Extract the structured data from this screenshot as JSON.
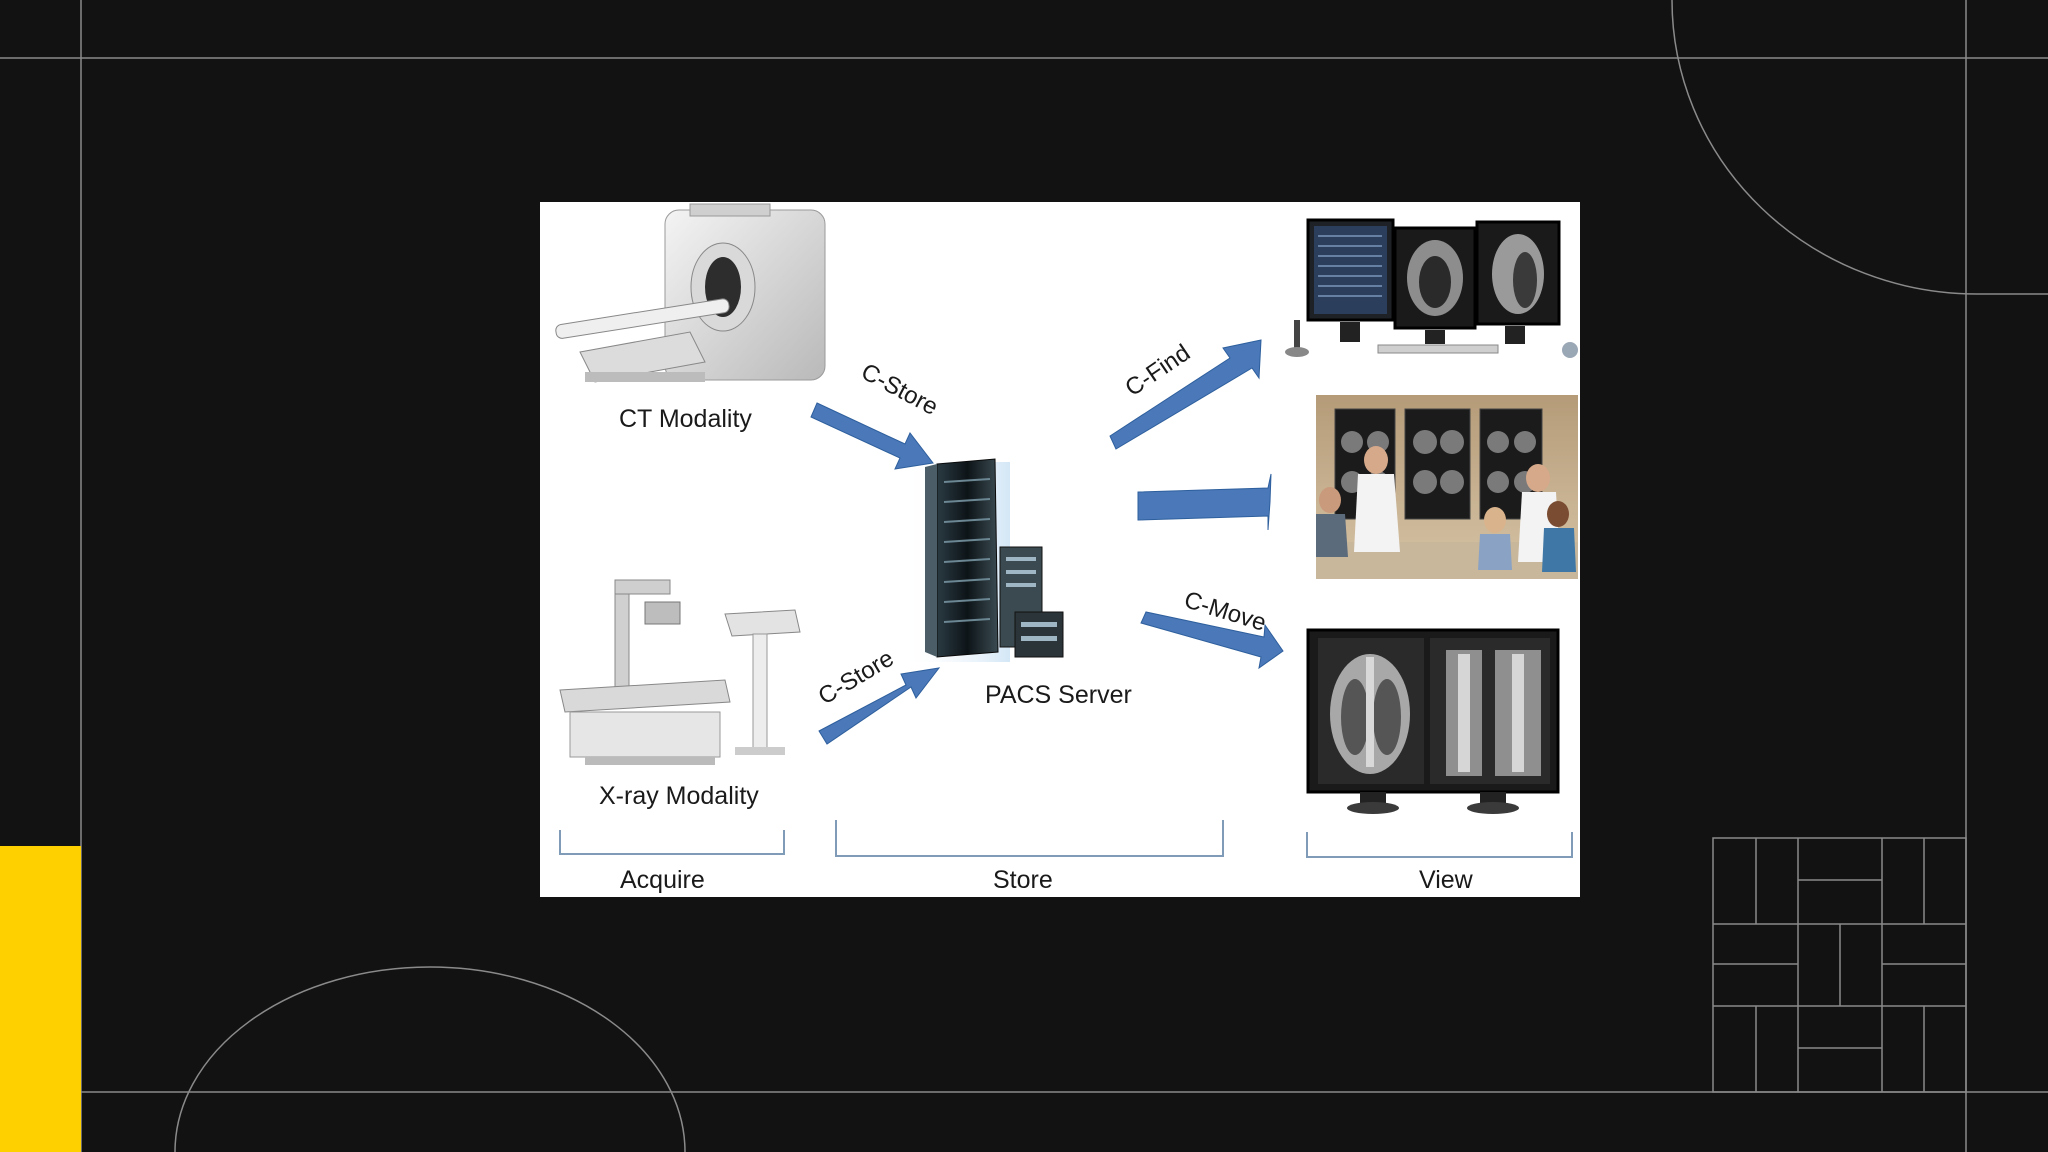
{
  "diagram": {
    "nodes": {
      "ct": "CT Modality",
      "xray": "X-ray Modality",
      "pacs": "PACS Server"
    },
    "arrows": {
      "ct_to_pacs": "C-Store",
      "xray_to_pacs": "C-Store",
      "to_workstation": "C-Find",
      "to_conference": "",
      "to_viewer": "C-Move"
    },
    "stages": {
      "acquire": "Acquire",
      "store": "Store",
      "view": "View"
    }
  },
  "colors": {
    "background": "#121212",
    "accent": "#ffd000",
    "arrow": "#4a78b8",
    "bracket": "#7f9bb8"
  },
  "icons": [
    "ct-scanner-image",
    "xray-machine-image",
    "pacs-server-image",
    "workstation-monitors-image",
    "conference-room-image",
    "xray-viewer-monitors-image"
  ]
}
